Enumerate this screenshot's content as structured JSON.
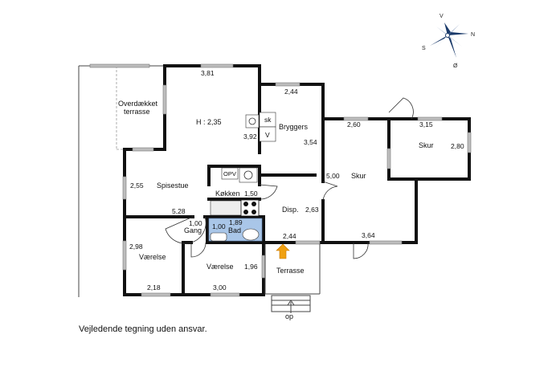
{
  "disclaimer": "Vejledende tegning uden ansvar.",
  "compass": {
    "north": "N",
    "south": "S",
    "east": "Ø",
    "west": "V"
  },
  "rooms": {
    "overdaekket_line1": "Overdækket",
    "overdaekket_line2": "terrasse",
    "height": "H : 2,35",
    "bryggers": "Bryggers",
    "skur_small": "Skur",
    "skur_large": "Skur",
    "spisestue": "Spisestue",
    "koekken": "Køkken",
    "disp": "Disp.",
    "gang": "Gang",
    "bad": "Bad",
    "vaerelse_left": "Værelse",
    "vaerelse_mid": "Værelse",
    "terrasse": "Terrasse",
    "op": "op"
  },
  "fixtures": {
    "sk": "sk",
    "v": "V",
    "opv": "OPV"
  },
  "dims": {
    "d381": "3,81",
    "d244_top": "2,44",
    "d260": "2,60",
    "d315": "3,15",
    "d392": "3,92",
    "d354": "3,54",
    "d280": "2,80",
    "d255": "2,55",
    "d500": "5,00",
    "d150": "1,50",
    "d528": "5,28",
    "d263": "2,63",
    "d100_gang": "1,00",
    "d100_bad": "1,00",
    "d189": "1,89",
    "d298": "2,98",
    "d196": "1,96",
    "d244_bot": "2,44",
    "d364": "3,64",
    "d218": "2,18",
    "d300": "3,00"
  },
  "colors": {
    "wall": "#111111",
    "window": "#9a9a9a",
    "bath": "#a9c6e8",
    "door_arrow": "#f0a010"
  }
}
